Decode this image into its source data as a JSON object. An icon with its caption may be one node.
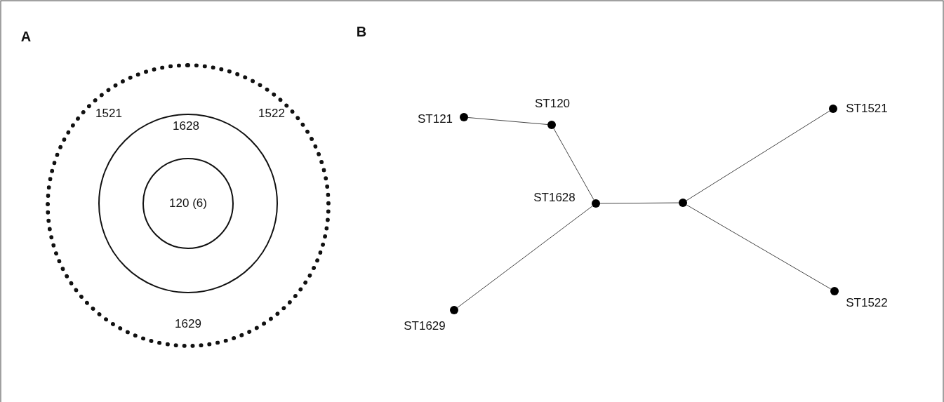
{
  "diagram": {
    "nodes": [
      {
        "text": [
          "1521",
          "1522",
          "1629"
        ]
      },
      {
        "text": [
          "1628"
        ],
        "in": 0
      },
      {
        "text": [
          "120 (6)"
        ],
        "in": 1
      },
      {
        "text": [],
        "shape": "circle",
        "beside": [
          "ST121"
        ]
      },
      {
        "text": [],
        "shape": "circle",
        "beside": [
          "ST120"
        ]
      },
      {
        "text": [],
        "shape": "circle",
        "beside": [
          "ST1521"
        ]
      },
      {
        "text": [],
        "shape": "circle",
        "beside": [
          "ST1628"
        ]
      },
      {
        "text": [],
        "shape": "circle"
      },
      {
        "text": [],
        "shape": "circle",
        "beside": [
          "ST1522"
        ]
      },
      {
        "text": [],
        "shape": "circle",
        "beside": [
          "ST1629"
        ]
      }
    ],
    "edges": [
      {
        "from": 3,
        "to": 4,
        "arrow": "none"
      },
      {
        "from": 4,
        "to": 6,
        "arrow": "none"
      },
      {
        "from": 6,
        "to": 7,
        "arrow": "none"
      },
      {
        "from": 7,
        "to": 5,
        "arrow": "none"
      },
      {
        "from": 7,
        "to": 8,
        "arrow": "none"
      },
      {
        "from": 6,
        "to": 9,
        "arrow": "none"
      }
    ],
    "labels": [
      "A",
      "B"
    ]
  }
}
